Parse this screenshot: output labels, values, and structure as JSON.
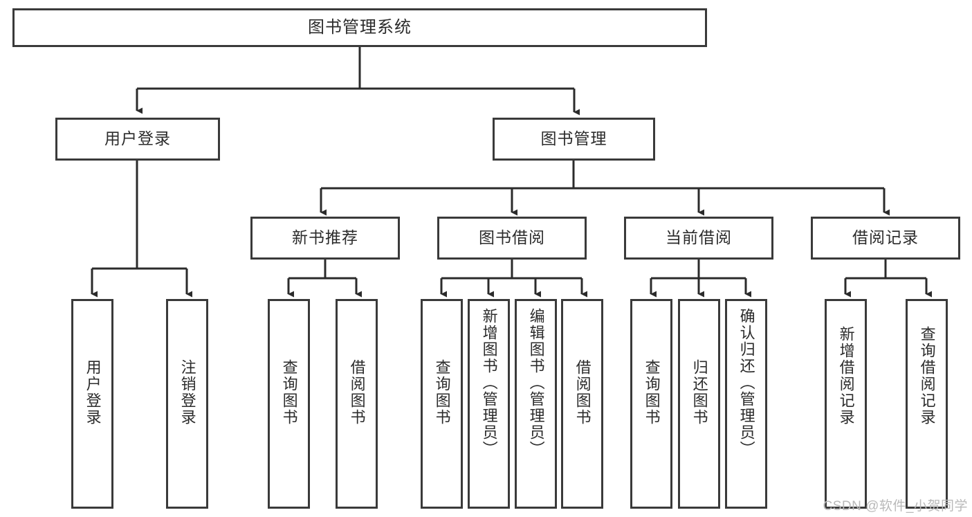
{
  "diagram": {
    "title": "图书管理系统",
    "root": {
      "label": "图书管理系统"
    },
    "level2": [
      {
        "label": "用户登录"
      },
      {
        "label": "图书管理"
      }
    ],
    "level3": [
      {
        "label": "新书推荐"
      },
      {
        "label": "图书借阅"
      },
      {
        "label": "当前借阅"
      },
      {
        "label": "借阅记录"
      }
    ],
    "leaves": {
      "user_login": [
        {
          "label": "用户登录"
        },
        {
          "label": "注销登录"
        }
      ],
      "new_book_recommend": [
        {
          "label": "查询图书"
        },
        {
          "label": "借阅图书"
        }
      ],
      "book_borrow": [
        {
          "label": "查询图书"
        },
        {
          "label": "新增图书（管理员）"
        },
        {
          "label": "编辑图书（管理员）"
        },
        {
          "label": "借阅图书"
        }
      ],
      "current_borrow": [
        {
          "label": "查询图书"
        },
        {
          "label": "归还图书"
        },
        {
          "label": "确认归还（管理员）"
        }
      ],
      "borrow_record": [
        {
          "label": "新增借阅记录"
        },
        {
          "label": "查询借阅记录"
        }
      ]
    }
  },
  "watermark": {
    "text": "CSDN @软件_小贺同学"
  },
  "colors": {
    "box_border": "#3a3a3a",
    "connector": "#2b2b2b",
    "text": "#2b2b2b",
    "background": "#ffffff",
    "watermark": "#b9b9b9"
  }
}
